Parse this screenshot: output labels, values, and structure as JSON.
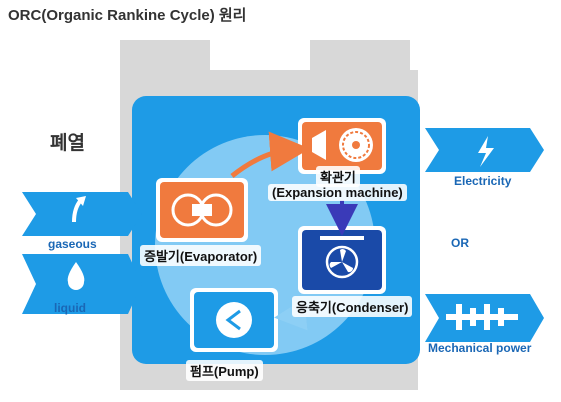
{
  "title": "ORC(Organic Rankine Cycle) 원리",
  "labels": {
    "waste_heat": "폐열",
    "gaseous": "gaseous",
    "liquid": "liquid",
    "evaporator": "증발기(Evaporator)",
    "expander_ko": "확관기",
    "expander_en": "(Expansion machine)",
    "condenser": "응축기(Condenser)",
    "pump": "펌프(Pump)",
    "electricity": "Electricity",
    "or": "OR",
    "mechanical_power": "Mechanical power"
  },
  "colors": {
    "main_blue": "#1e9be6",
    "light_blue": "#8dcff5",
    "gray_frame": "#d8d8d8",
    "orange": "#f07a3e",
    "dark_blue": "#1a4aa8",
    "text_blue": "#1a67b5"
  },
  "icons": [
    "drop-icon",
    "up-arrow-icon",
    "lightning-icon",
    "turbine-icon",
    "fan-icon",
    "less-than-icon",
    "crankshaft-icon"
  ]
}
